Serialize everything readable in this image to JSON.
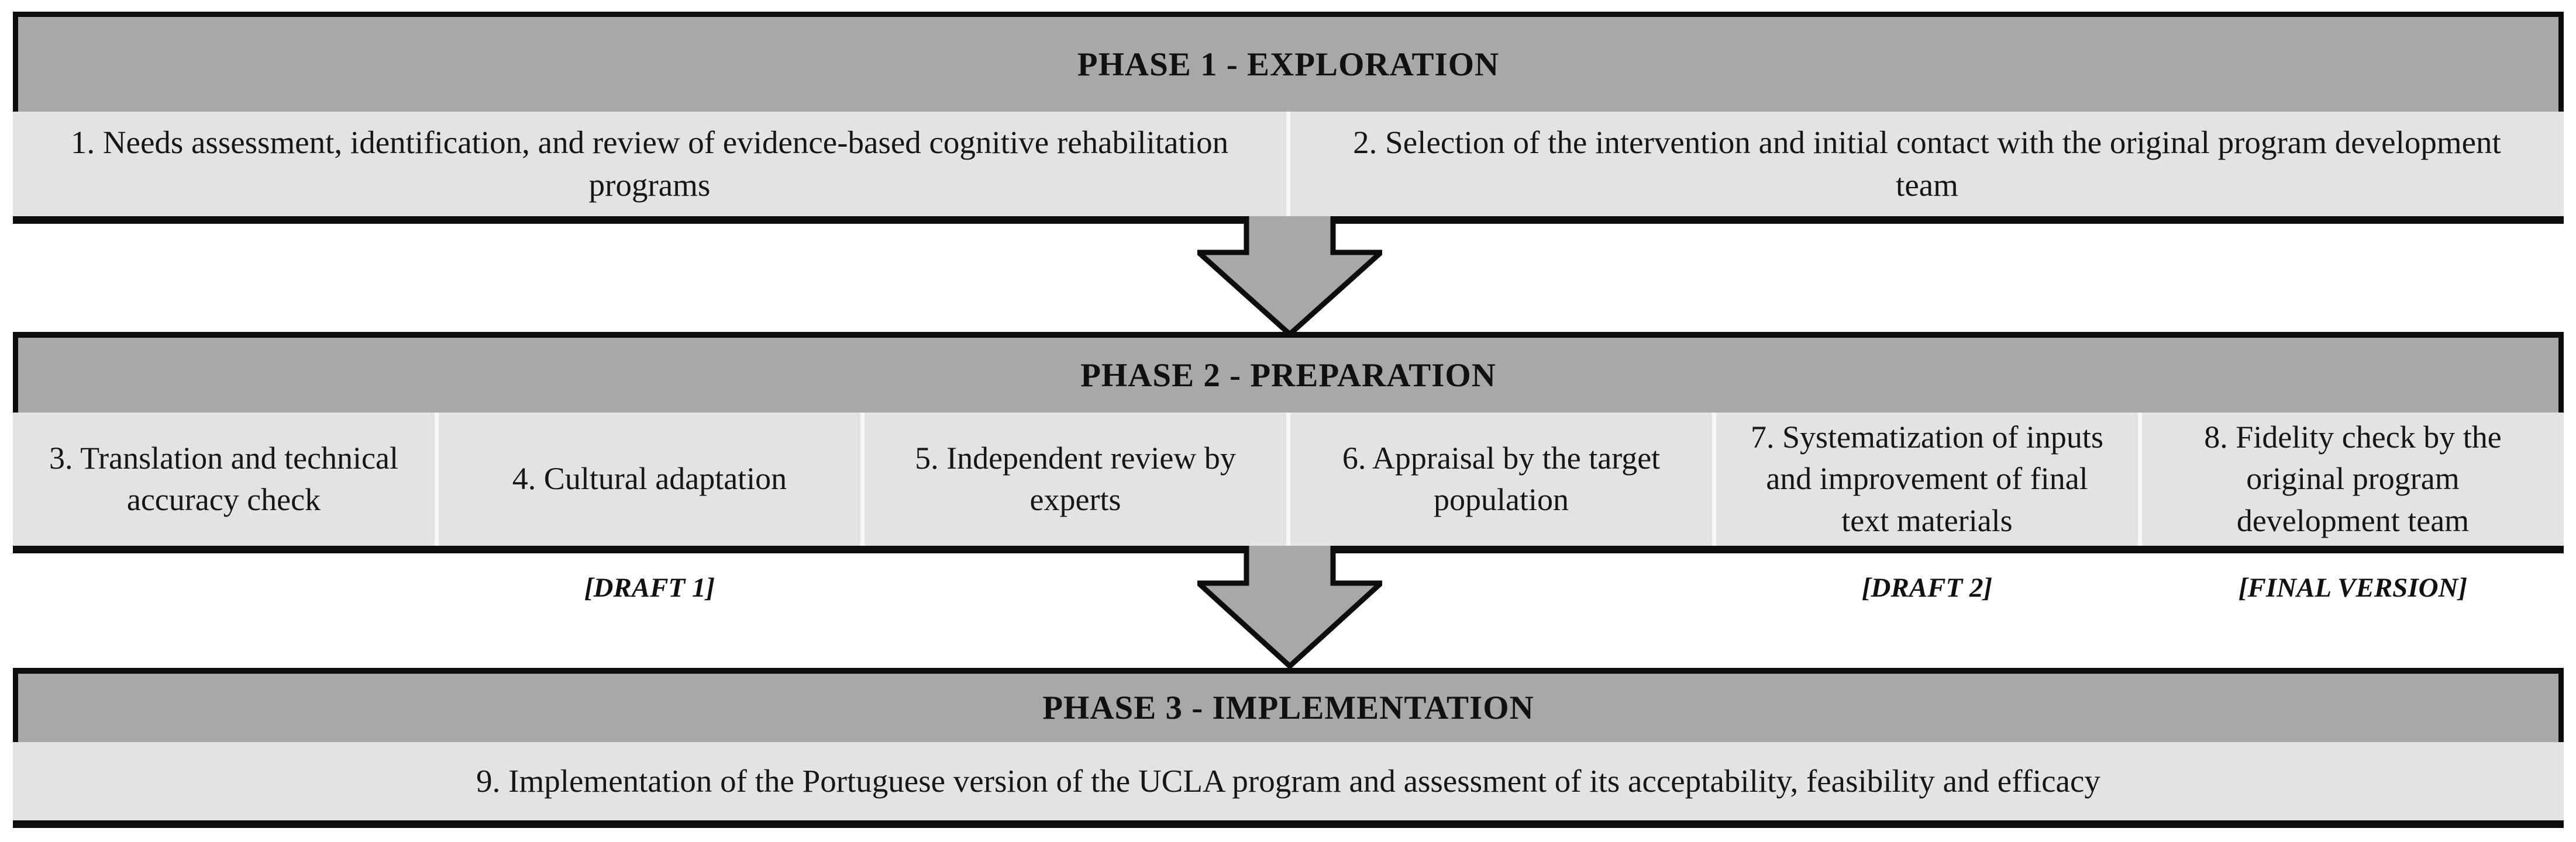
{
  "figure": {
    "phase1": {
      "title": "PHASE 1 - EXPLORATION",
      "items": [
        "1. Needs assessment, identification, and review of evidence-based cognitive rehabilitation programs",
        "2. Selection of the intervention and initial contact with the original program development team"
      ]
    },
    "phase2": {
      "title": "PHASE 2 - PREPARATION",
      "items": [
        "3. Translation and technical accuracy check",
        "4. Cultural adaptation",
        "5. Independent review by experts",
        "6. Appraisal by the target population",
        "7. Systematization of inputs and improvement of final text materials",
        "8. Fidelity check by the original program development team"
      ],
      "annotations": [
        {
          "label": "[DRAFT 1]",
          "column": 2
        },
        {
          "label": "[DRAFT 2]",
          "column": 5
        },
        {
          "label": "[FINAL VERSION]",
          "column": 6
        }
      ]
    },
    "phase3": {
      "title": "PHASE 3 - IMPLEMENTATION",
      "items": [
        "9. Implementation of the Portuguese version of the UCLA program and assessment of its acceptability, feasibility and efficacy"
      ]
    },
    "icons": {
      "arrow_phase1_to_phase2": "down-block-arrow",
      "arrow_phase2_to_phase3": "down-block-arrow"
    },
    "colors": {
      "phase_header_fill": "#a8a8a8",
      "item_fill": "#e3e3e3",
      "outline": "#0d0d0d",
      "arrow_fill": "#a8a8a8",
      "background": "#ffffff"
    }
  }
}
